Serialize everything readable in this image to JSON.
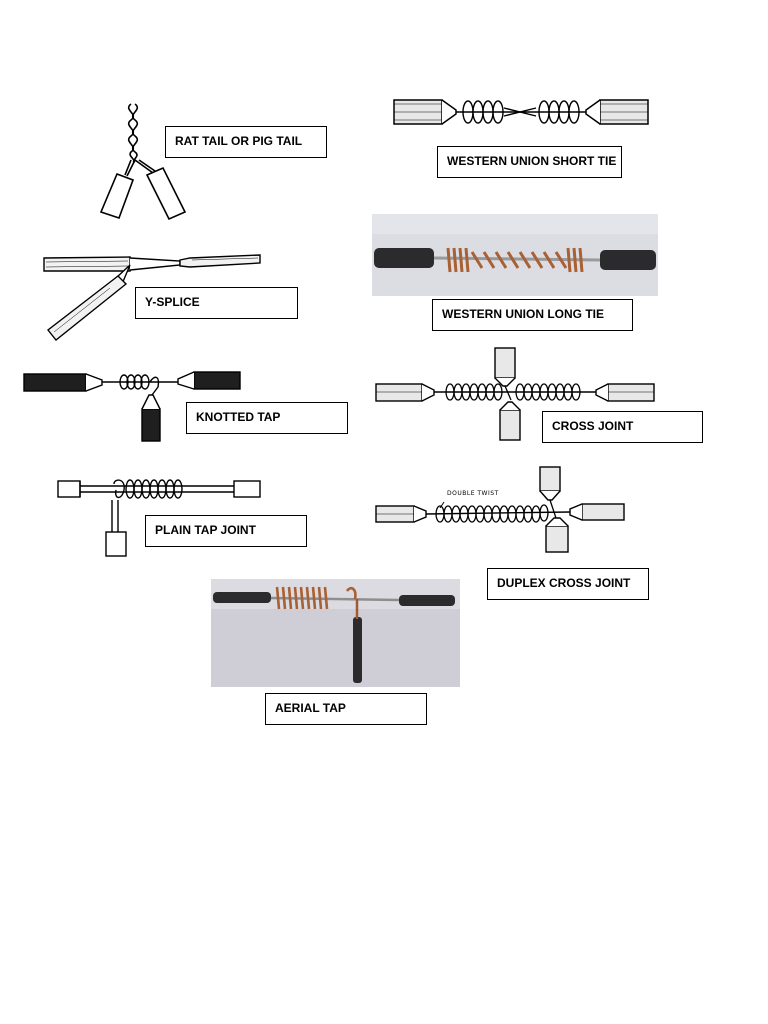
{
  "diagram": {
    "joints": [
      {
        "id": "rat-tail",
        "label": "RAT TAIL OR PIG TAIL",
        "kind": "drawing"
      },
      {
        "id": "western-union-short",
        "label": "WESTERN UNION SHORT TIE",
        "kind": "drawing"
      },
      {
        "id": "y-splice",
        "label": "Y-SPLICE",
        "kind": "drawing"
      },
      {
        "id": "western-union-long",
        "label": "WESTERN UNION LONG TIE",
        "kind": "photo"
      },
      {
        "id": "knotted-tap",
        "label": "KNOTTED TAP",
        "kind": "drawing"
      },
      {
        "id": "cross-joint",
        "label": "CROSS JOINT",
        "kind": "drawing"
      },
      {
        "id": "plain-tap",
        "label": "PLAIN TAP JOINT",
        "kind": "drawing"
      },
      {
        "id": "duplex-cross",
        "label": "DUPLEX CROSS JOINT",
        "kind": "drawing",
        "annotation": "DOUBLE TWIST"
      },
      {
        "id": "aerial-tap",
        "label": "AERIAL TAP",
        "kind": "photo"
      }
    ],
    "colors": {
      "outline": "#000000",
      "insulation_dark": "#2b2b2d",
      "copper": "#a86035",
      "photo_background": "#dcdde2"
    }
  }
}
